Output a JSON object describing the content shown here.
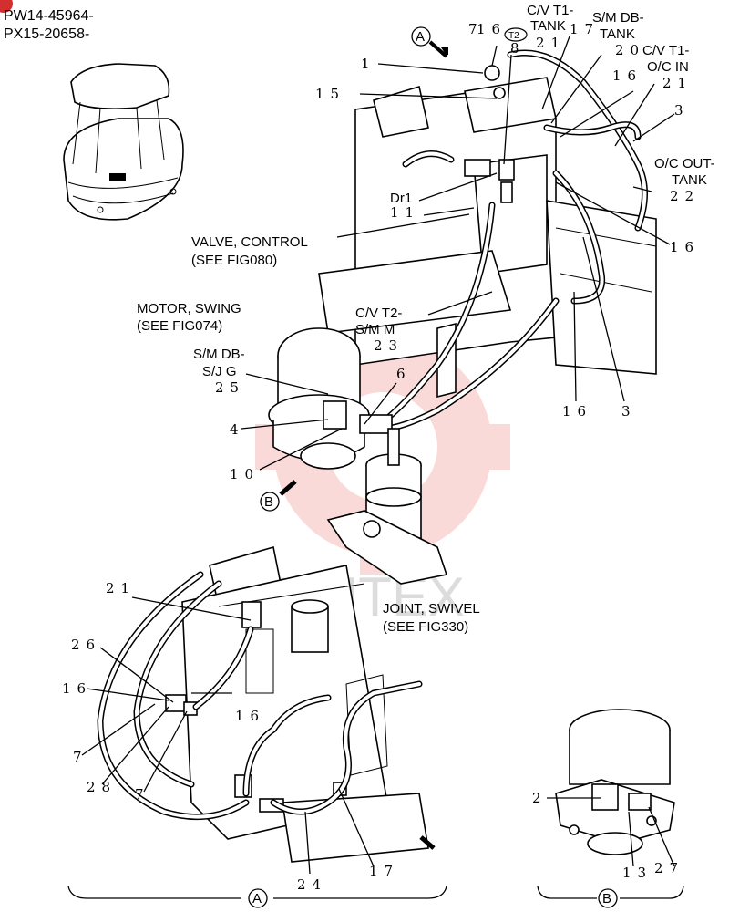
{
  "serials": [
    "PW14-45964-",
    "PX15-20658-"
  ],
  "labels": {
    "cv_t1_tank": [
      "C/V T1-",
      "TANK"
    ],
    "t2_badge": "T2",
    "sm_db_tank": [
      "S/M DB-",
      "TANK"
    ],
    "cv_t1_oc_in": [
      "C/V T1-",
      "O/C IN"
    ],
    "oc_out_tank": [
      "O/C OUT-",
      "TANK"
    ],
    "dr1": "Dr1",
    "valve_control": [
      "VALVE, CONTROL",
      "(SEE FIG080)"
    ],
    "motor_swing": [
      "MOTOR, SWING",
      "(SEE FIG074)"
    ],
    "cv_t2_sm_m": [
      "C/V T2-",
      "S/M M"
    ],
    "sm_db_sjg": [
      "S/M DB-",
      "S/J G"
    ],
    "joint_swivel": [
      "JOINT, SWIVEL",
      "(SEE FIG330)"
    ],
    "watermark": "MHTEX"
  },
  "views": {
    "a": "A",
    "b": "B"
  },
  "numbers": {
    "n7_top": "7",
    "n16_top": "16",
    "n8": "8",
    "n21_top": "21",
    "n17_top": "17",
    "n20": "20",
    "n16_mid": "16",
    "n21_oc": "21",
    "n1": "1",
    "n15": "15",
    "n3_top": "3",
    "n22": "22",
    "n11": "11",
    "n16_right": "16",
    "n23": "23",
    "n16_bot": "16",
    "n3_bot": "3",
    "n25": "25",
    "n6": "6",
    "n4": "4",
    "n10": "10",
    "n21_a": "21",
    "n26": "26",
    "n16_a": "16",
    "n7_a1": "7",
    "n28": "28",
    "n7_a2": "7",
    "n16_a2": "16",
    "n24": "24",
    "n17_a": "17",
    "n2": "2",
    "n13": "13",
    "n27": "27"
  }
}
